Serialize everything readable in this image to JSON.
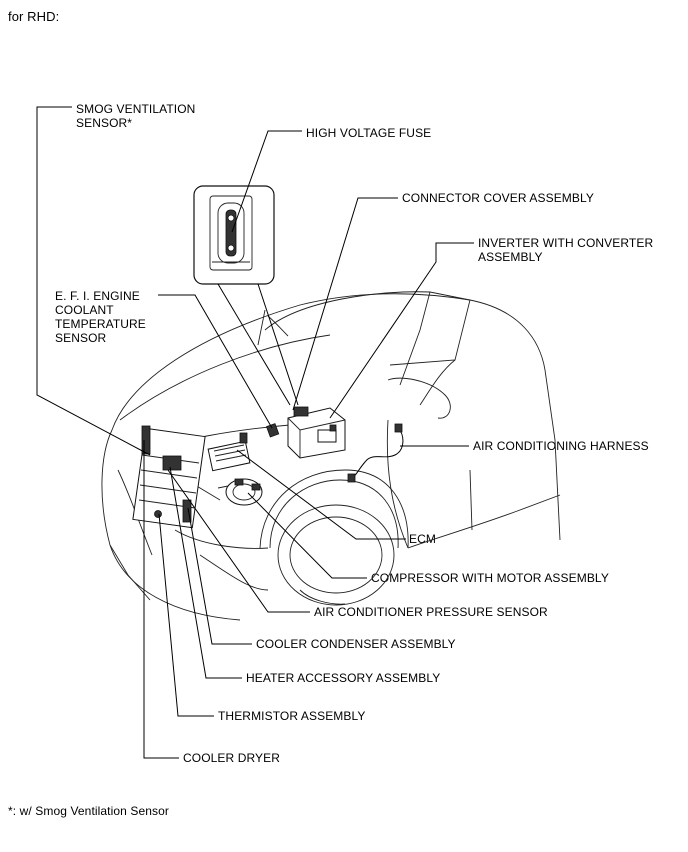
{
  "header": {
    "title": "for RHD:"
  },
  "footnote": "*: w/ Smog Ventilation Sensor",
  "labels": {
    "smog_sensor": "SMOG VENTILATION\nSENSOR*",
    "hv_fuse": "HIGH VOLTAGE FUSE",
    "connector_cover": "CONNECTOR COVER ASSEMBLY",
    "inverter": "INVERTER WITH CONVERTER\nASSEMBLY",
    "efi_sensor": "E. F. I. ENGINE\nCOOLANT\nTEMPERATURE\nSENSOR",
    "ac_harness": "AIR CONDITIONING HARNESS",
    "ecm": "ECM",
    "compressor": "COMPRESSOR WITH MOTOR ASSEMBLY",
    "pressure_sensor": "AIR CONDITIONER PRESSURE SENSOR",
    "condenser": "COOLER CONDENSER ASSEMBLY",
    "heater": "HEATER ACCESSORY ASSEMBLY",
    "thermistor": "THERMISTOR ASSEMBLY",
    "dryer": "COOLER DRYER"
  }
}
